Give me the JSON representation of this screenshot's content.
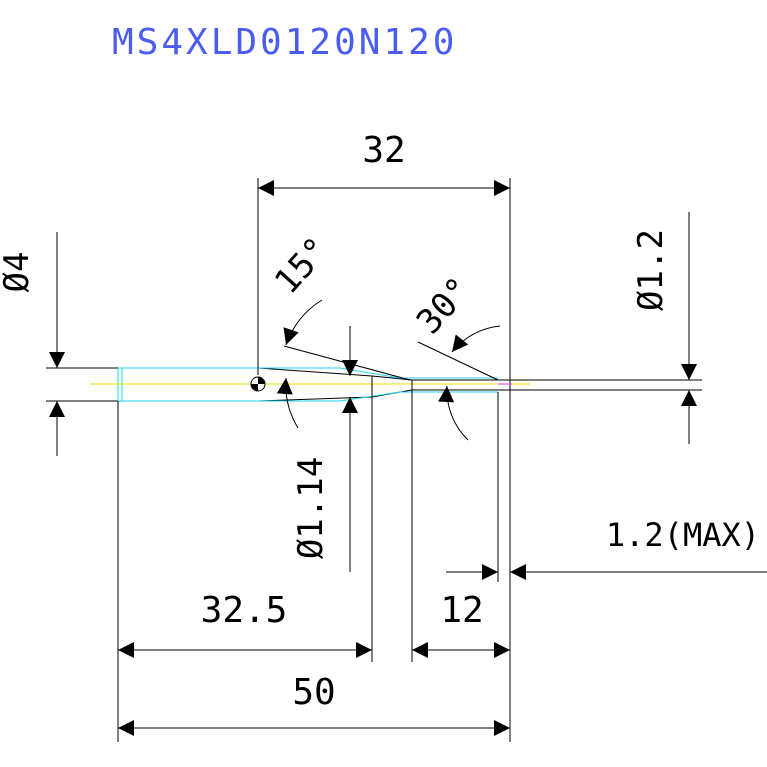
{
  "title": "MS4XLD0120N120",
  "colors": {
    "title": "#4b5cf0",
    "line": "#000000",
    "cyan": "#22d3ee",
    "yellow": "#e8e000",
    "magenta": "#e040e0"
  },
  "dimensions": {
    "dim_32": "32",
    "dim_50": "50",
    "dim_32_5": "32.5",
    "dim_12": "12",
    "dim_1_2_max": "1.2(MAX)",
    "dia_4": "Ø4",
    "dia_1_2": "Ø1.2",
    "dia_1_14": "Ø1.14",
    "angle_15": "15°",
    "angle_30": "30°"
  }
}
